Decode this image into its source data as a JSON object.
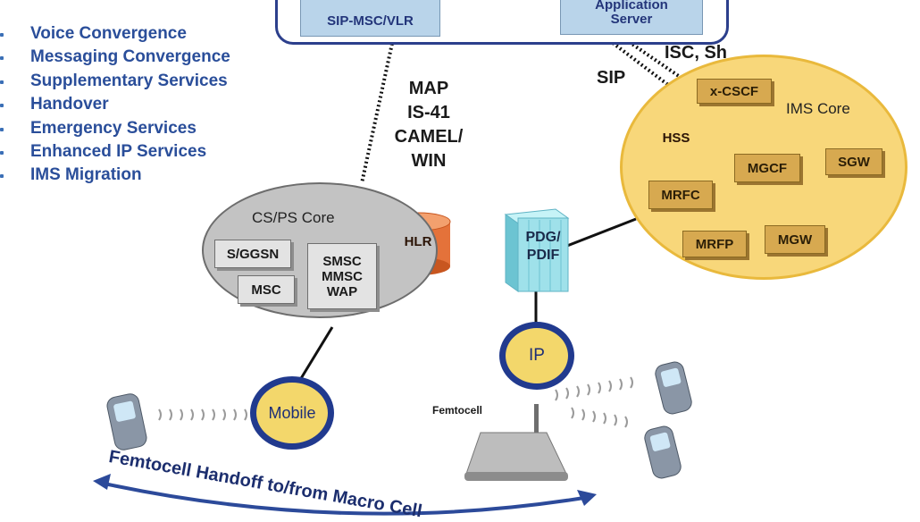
{
  "features": [
    "Voice Convergence",
    "Messaging Convergence",
    "Supplementary Services",
    "Handover",
    "Emergency Services",
    "Enhanced IP Services",
    "IMS Migration"
  ],
  "top_box": {
    "left_panel": "SIP-MSC/VLR",
    "right_panel_line1": "Application",
    "right_panel_line2": "Server"
  },
  "links": {
    "map_lines": [
      "MAP",
      "IS-41",
      "CAMEL/",
      "WIN"
    ],
    "sip": "SIP",
    "isc_sh": "ISC, Sh"
  },
  "ims_core": {
    "title": "IMS Core",
    "nodes": [
      "x-CSCF",
      "MGCF",
      "SGW",
      "MRFC",
      "MRFP",
      "MGW"
    ],
    "database": "HSS"
  },
  "cs_ps_core": {
    "title": "CS/PS Core",
    "nodes": [
      "S/GGSN",
      "MSC"
    ],
    "stack_lines": [
      "SMSC",
      "MMSC",
      "WAP"
    ],
    "database": "HLR"
  },
  "pdg": {
    "line1": "PDG/",
    "line2": "PDIF"
  },
  "ip_label": "IP",
  "mobile_label": "Mobile",
  "femtocell_label": "Femtocell",
  "handoff_caption": "Femtocell Handoff to/from Macro Cell",
  "colors": {
    "bullet_text": "#2a4e9a",
    "ims_fill": "#f8d77a",
    "node_fill": "#d7a950",
    "ring_border": "#213a8e",
    "db_fill": "#e4723a"
  }
}
